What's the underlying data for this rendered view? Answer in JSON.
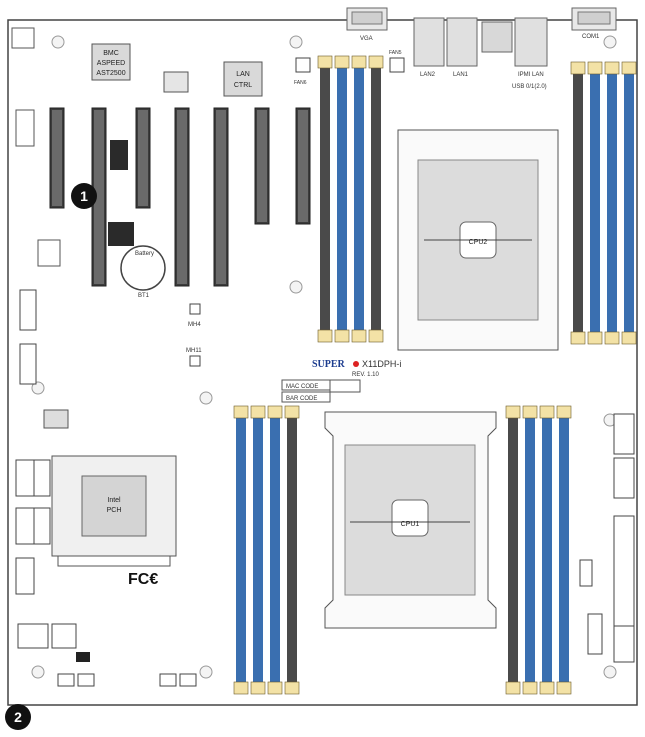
{
  "chips": {
    "bmc_line1": "BMC",
    "bmc_line2": "ASPEED",
    "bmc_line3": "AST2500",
    "lan_line1": "LAN",
    "lan_line2": "CTRL",
    "pch_line1": "Intel",
    "pch_line2": "PCH"
  },
  "cpu": {
    "cpu1": "CPU1",
    "cpu2": "CPU2"
  },
  "brand": {
    "logo_super": "SUPER",
    "model": "X11DPH-i",
    "revision": "REV. 1.10",
    "fcc": "FC€"
  },
  "labels": {
    "mac_code": "MAC CODE",
    "bar_code": "BAR CODE",
    "battery": "Battery",
    "bt1": "BT1",
    "mh4": "MH4",
    "mh11": "MH11",
    "lan1": "LAN1",
    "lan2": "LAN2",
    "ipmi_lan": "IPMI LAN",
    "usb_ports": "USB 0/1(2.0)",
    "vga": "VGA",
    "com1": "COM1",
    "fan5": "FAN5",
    "fan6": "FAN6"
  },
  "callouts": {
    "c1": "1",
    "c2": "2"
  },
  "colors": {
    "dimm_blue": "#3a6fb0",
    "dimm_dark": "#4a4a4a",
    "slot_dark": "#3c3c3c",
    "board_line": "#555555"
  }
}
